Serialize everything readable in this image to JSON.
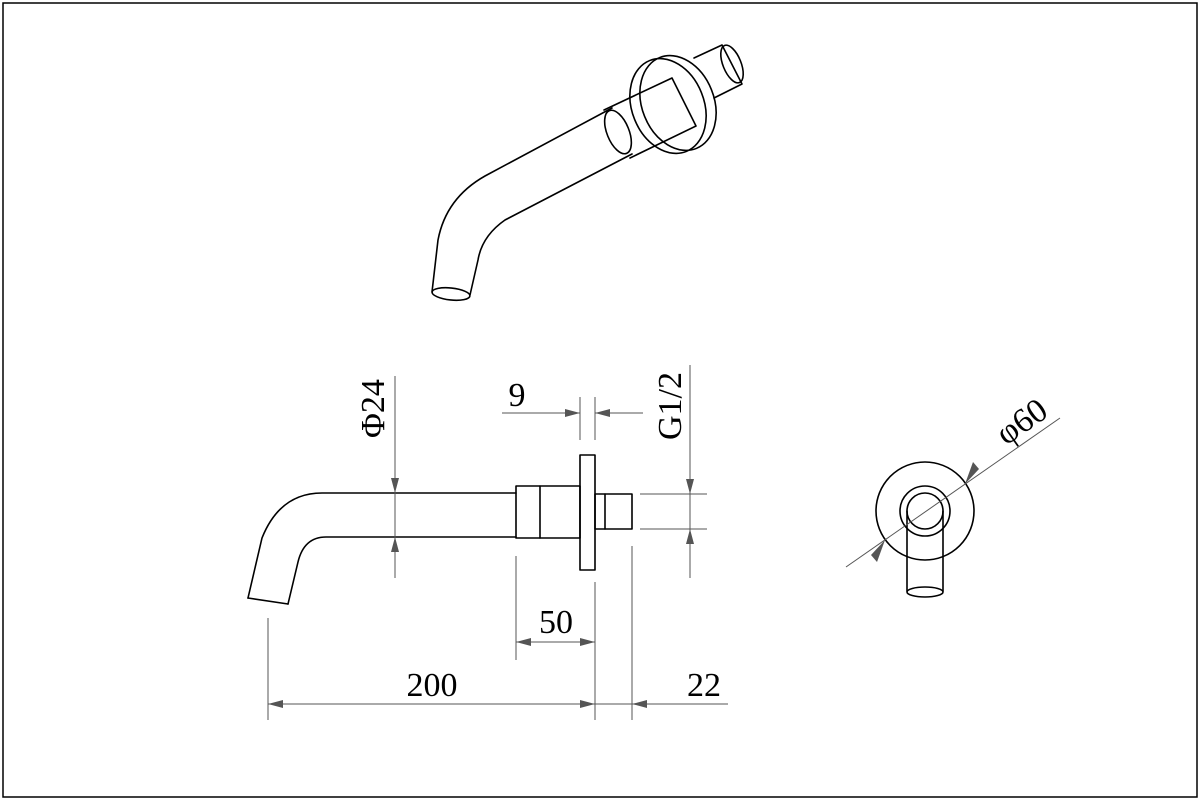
{
  "dimensions": {
    "tube_diameter": "Φ24",
    "flange_thickness": "9",
    "thread": "G1/2",
    "body_length": "50",
    "spout_length": "200",
    "thread_length": "22",
    "flange_diameter": "φ60"
  },
  "colors": {
    "line": "#000000",
    "dimension_line": "#555555",
    "frame": "#000000",
    "background": "#ffffff"
  }
}
